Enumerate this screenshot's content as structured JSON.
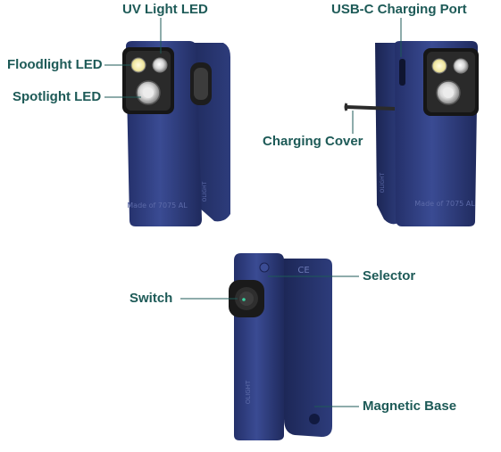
{
  "labels": {
    "uv_light": "UV Light LED",
    "usb_c_port": "USB-C Charging Port",
    "floodlight": "Floodlight LED",
    "spotlight": "Spotlight LED",
    "charging_cover": "Charging Cover",
    "selector": "Selector",
    "switch": "Switch",
    "magnetic_base": "Magnetic Base"
  },
  "engravings": {
    "made_of": "Made of 7075 AL",
    "brand": "OLIGHT",
    "ce_mark": "CE"
  },
  "colors": {
    "body": "#2e3d7c",
    "body_dark": "#1c2656",
    "label": "#1d5a57",
    "leader": "#1d5a57"
  }
}
